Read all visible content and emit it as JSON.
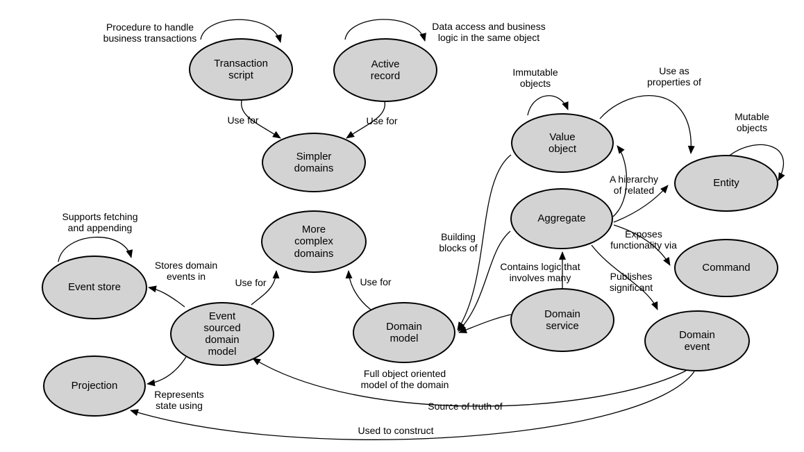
{
  "colors": {
    "node_fill": "#d3d3d3",
    "node_stroke": "#000000",
    "edge": "#000000",
    "background": "#ffffff"
  },
  "nodes": {
    "transaction_script": {
      "label": "Transaction\nscript"
    },
    "active_record": {
      "label": "Active\nrecord"
    },
    "simpler_domains": {
      "label": "Simpler\ndomains"
    },
    "value_object": {
      "label": "Value\nobject"
    },
    "entity": {
      "label": "Entity"
    },
    "aggregate": {
      "label": "Aggregate"
    },
    "command": {
      "label": "Command"
    },
    "more_complex_domains": {
      "label": "More\ncomplex\ndomains"
    },
    "event_store": {
      "label": "Event store"
    },
    "event_sourced_domain_model": {
      "label": "Event\nsourced\ndomain\nmodel"
    },
    "domain_model": {
      "label": "Domain\nmodel"
    },
    "domain_service": {
      "label": "Domain\nservice"
    },
    "domain_event": {
      "label": "Domain\nevent"
    },
    "projection": {
      "label": "Projection"
    }
  },
  "edge_labels": {
    "procedure_to_handle": {
      "text": "Procedure to handle\nbusiness transactions"
    },
    "data_access": {
      "text": "Data access and business\nlogic in the same object"
    },
    "use_for_transaction_script": {
      "text": "Use for"
    },
    "use_for_active_record": {
      "text": "Use for"
    },
    "immutable_objects": {
      "text": "Immutable\nobjects"
    },
    "use_as_properties_of": {
      "text": "Use as\nproperties of"
    },
    "mutable_objects": {
      "text": "Mutable\nobjects"
    },
    "a_hierarchy_of_related": {
      "text": "A hierarchy\nof related"
    },
    "exposes_functionality_via": {
      "text": "Exposes\nfunctionality via"
    },
    "building_blocks_of": {
      "text": "Building\nblocks of"
    },
    "contains_logic": {
      "text": "Contains logic that\ninvolves many"
    },
    "publishes_significant": {
      "text": "Publishes\nsignificant"
    },
    "supports_fetching": {
      "text": "Supports fetching\nand appending"
    },
    "stores_domain_events_in": {
      "text": "Stores domain\nevents in"
    },
    "use_for_event_sourced": {
      "text": "Use for"
    },
    "use_for_domain_model": {
      "text": "Use for"
    },
    "full_object_oriented": {
      "text": "Full object oriented\nmodel of the domain"
    },
    "represents_state_using": {
      "text": "Represents\nstate using"
    },
    "source_of_truth_of": {
      "text": "Source of truth of"
    },
    "used_to_construct": {
      "text": "Used to construct"
    }
  }
}
